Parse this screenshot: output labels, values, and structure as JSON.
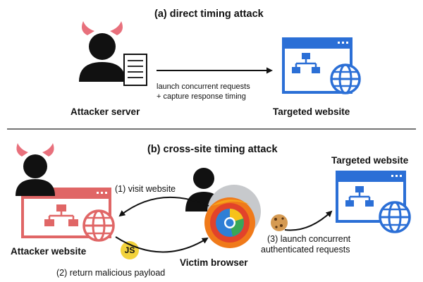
{
  "panel_a": {
    "title": "(a) direct timing attack",
    "attacker_label": "Attacker server",
    "target_label": "Targeted website",
    "arrow_text_line1": "launch concurrent requests",
    "arrow_text_line2": "+ capture response timing"
  },
  "panel_b": {
    "title": "(b) cross-site timing attack",
    "attacker_label": "Attacker website",
    "victim_label": "Victim browser",
    "target_label": "Targeted website",
    "step1": "(1) visit website",
    "step2": "(2) return malicious payload",
    "step3_line1": "(3) launch concurrent",
    "step3_line2": "authenticated requests",
    "js_badge": "JS"
  },
  "colors": {
    "attacker_red": "#e06666",
    "target_blue": "#2b6fd6",
    "horn_pink": "#e8707c",
    "js_yellow": "#f2d23c",
    "cookie_brown": "#d59a52"
  }
}
